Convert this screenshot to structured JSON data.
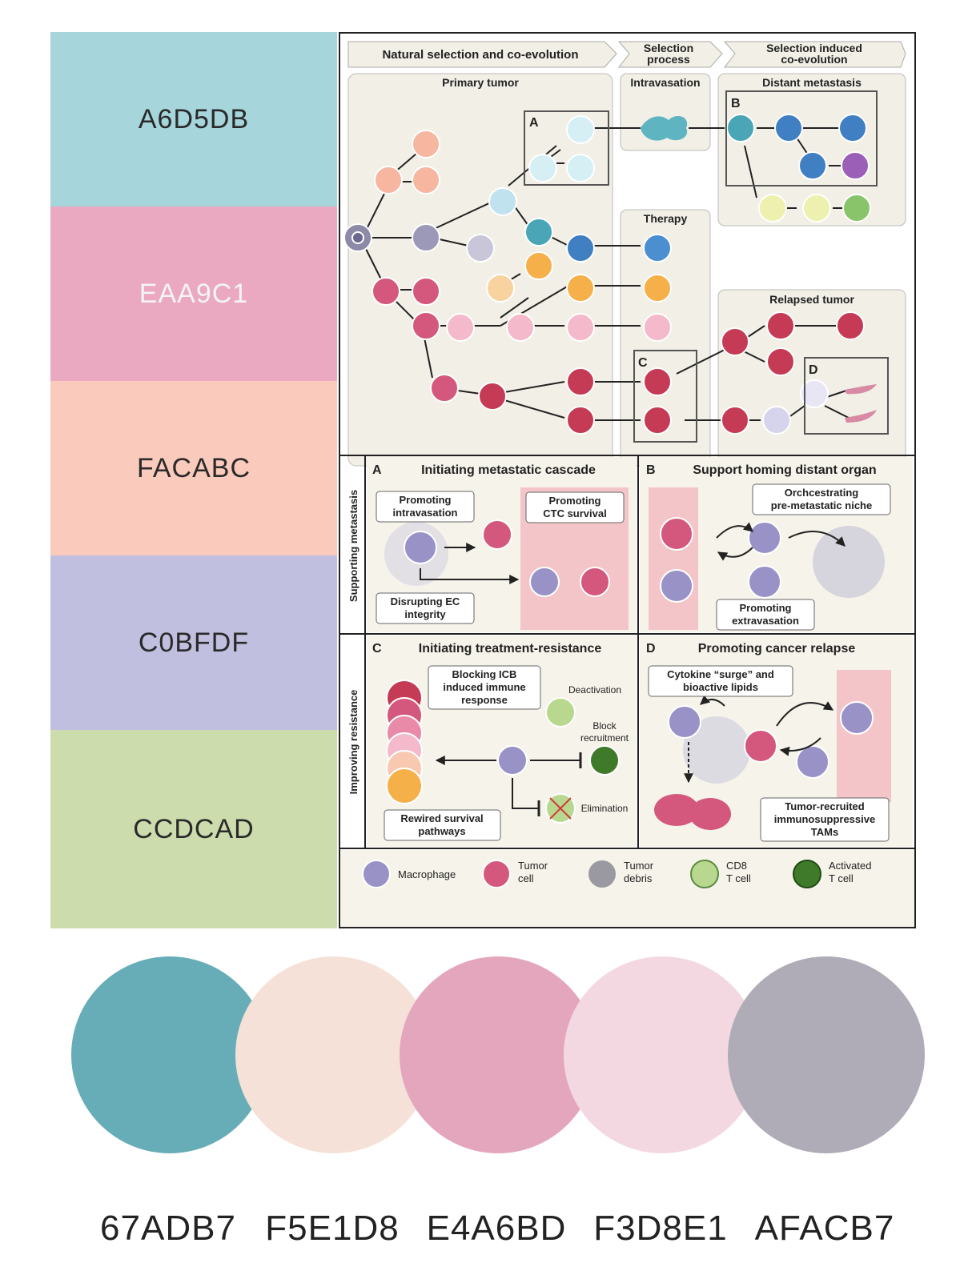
{
  "swatches": [
    {
      "code": "A6D5DB",
      "color": "#A6D5DB"
    },
    {
      "code": "EAA9C1",
      "color": "#EAA9C1"
    },
    {
      "code": "FACABC",
      "color": "#FACABC"
    },
    {
      "code": "C0BFDF",
      "color": "#C0BFDF"
    },
    {
      "code": "CCDCAD",
      "color": "#CCDCAD"
    }
  ],
  "palette": [
    {
      "code": "67ADB7",
      "color": "#67ADB7"
    },
    {
      "code": "F5E1D8",
      "color": "#F5E1D8"
    },
    {
      "code": "E4A6BD",
      "color": "#E4A6BD"
    },
    {
      "code": "F3D8E1",
      "color": "#F3D8E1"
    },
    {
      "code": "AFACB7",
      "color": "#AFACB7"
    }
  ],
  "figure": {
    "top": {
      "arrow1": "Natural selection and co-evolution",
      "arrow2_l1": "Selection",
      "arrow2_l2": "process",
      "arrow3_l1": "Selection induced",
      "arrow3_l2": "co-evolution",
      "primary": "Primary tumor",
      "intravasation": "Intravasation",
      "distant": "Distant metastasis",
      "therapy": "Therapy",
      "relapsed": "Relapsed tumor",
      "boxA": "A",
      "boxB": "B",
      "boxC": "C",
      "boxD": "D"
    },
    "supporting": {
      "side": "Supporting metastasis",
      "panelA_letter": "A",
      "panelA_title": "Initiating metastatic cascade",
      "a_intrav_l1": "Promoting",
      "a_intrav_l2": "intravasation",
      "a_ctc_l1": "Promoting",
      "a_ctc_l2": "CTC survival",
      "a_ec_l1": "Disrupting EC",
      "a_ec_l2": "integrity",
      "panelB_letter": "B",
      "panelB_title": "Support homing distant organ",
      "b_orch_l1": "Orchcestrating",
      "b_orch_l2": "pre-metastatic niche",
      "b_extra_l1": "Promoting",
      "b_extra_l2": "extravasation"
    },
    "resistance": {
      "side": "Improving resistance",
      "panelC_letter": "C",
      "panelC_title": "Initiating treatment-resistance",
      "c_block_l1": "Blocking ICB",
      "c_block_l2": "induced immune",
      "c_block_l3": "response",
      "c_deact": "Deactivation",
      "c_blockrec_l1": "Block",
      "c_blockrec_l2": "recruitment",
      "c_elim": "Elimination",
      "c_rewired_l1": "Rewired survival",
      "c_rewired_l2": "pathways",
      "panelD_letter": "D",
      "panelD_title": "Promoting cancer relapse",
      "d_cyto_l1": "Cytokine “surge” and",
      "d_cyto_l2": "bioactive lipids",
      "d_tams_l1": "Tumor-recruited",
      "d_tams_l2": "immunosuppressive",
      "d_tams_l3": "TAMs"
    },
    "legend": {
      "macrophage": "Macrophage",
      "tumor_l1": "Tumor",
      "tumor_l2": "cell",
      "debris_l1": "Tumor",
      "debris_l2": "debris",
      "cd8_l1": "CD8",
      "cd8_l2": "T cell",
      "act_l1": "Activated",
      "act_l2": "T cell"
    }
  }
}
